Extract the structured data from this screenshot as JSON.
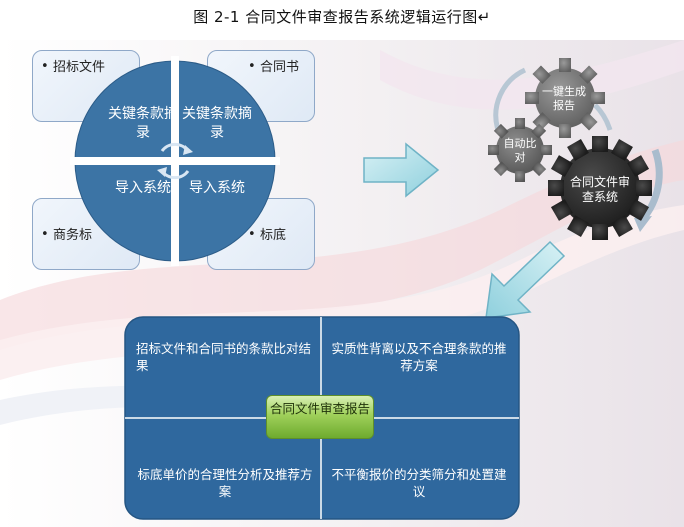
{
  "caption": "图 2-1  合同文件审查报告系统逻辑运行图↵",
  "colors": {
    "circle": "#3c74a5",
    "matrix": "#2f689e",
    "gear_dark": "#2e2e2e",
    "gear_gray": "#7b7b7b",
    "button_green": "#8cc84b",
    "arrow_light": "#a9dfe8"
  },
  "cards": {
    "top_left": "招标文件",
    "top_right": "合同书",
    "bottom_left": "商务标",
    "bottom_right": "标底"
  },
  "circle": {
    "q1": "关键条款摘录",
    "q2": "关键条款摘录",
    "q3": "导入系统",
    "q4": "导入系统"
  },
  "gears": {
    "top": "一键生成报告",
    "left": "自动比对",
    "main": "合同文件审查系统"
  },
  "matrix": {
    "top_left": "招标文件和合同书的条款比对结果",
    "top_right": "实质性背离以及不合理条款的推荐方案",
    "bottom_left": "标底单价的合理性分析及推荐方案",
    "bottom_right": "不平衡报价的分类筛分和处置建议",
    "center": "合同文件审查报告"
  }
}
